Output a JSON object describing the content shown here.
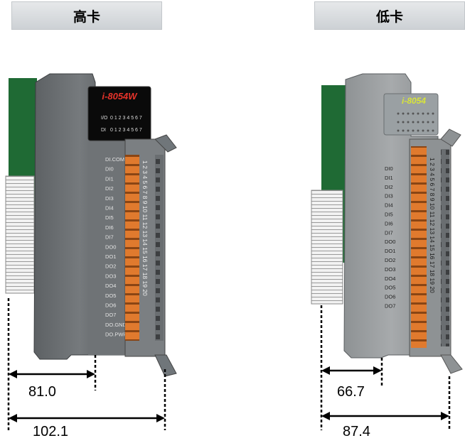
{
  "headers": {
    "left": "高卡",
    "right": "低卡"
  },
  "left_module": {
    "model": "i-8054W",
    "io_label": "I/O",
    "di_label": "DI",
    "leds": "0 1 2 3 4 5 6 7",
    "pins": [
      "DI.COM",
      "DI0",
      "DI1",
      "DI2",
      "DI3",
      "DI4",
      "DI5",
      "DI6",
      "DI7",
      "DO0",
      "DO1",
      "DO2",
      "DO3",
      "DO4",
      "DO5",
      "DO6",
      "DO7",
      "DO.GND",
      "DO.PWR"
    ],
    "terminals": "1 2 3 4 5 6 7 8 9 10 11 12 13 14 15 16 17 18 19 20"
  },
  "right_module": {
    "model": "i-8054",
    "pins": [
      "DI0",
      "DI1",
      "DI2",
      "DI3",
      "DI4",
      "DI5",
      "DI6",
      "DI7",
      "DO0",
      "DO1",
      "DO2",
      "DO3",
      "DO4",
      "DO5",
      "DO6",
      "DO7"
    ],
    "terminals": "1 2 3 4 5 6 7 8 9 10 11 12 13 14 15 16 17 18 19 20"
  },
  "dimensions": {
    "left_small": "81.0",
    "left_large": "102.1",
    "right_small": "66.7",
    "right_large": "87.4"
  }
}
